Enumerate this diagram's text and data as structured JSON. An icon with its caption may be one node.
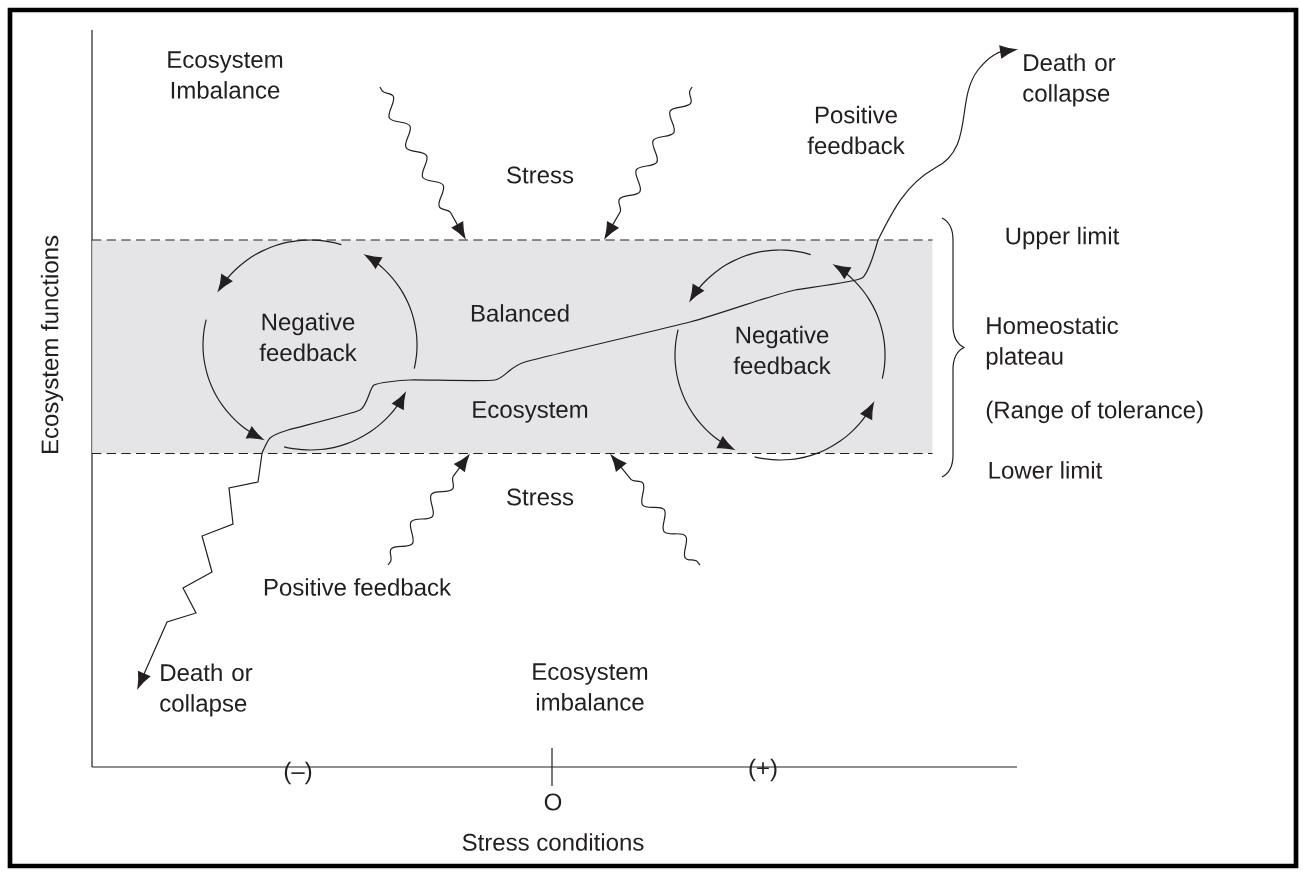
{
  "diagram": {
    "nodes": [
      {
        "text": [
          "Balanced",
          "Ecosystem"
        ]
      },
      {
        "text": [
          "Death or collapse"
        ]
      },
      {
        "text": [
          "Death or collapse"
        ]
      }
    ],
    "edges": [
      {
        "from": null,
        "to": 0,
        "arrow": "to"
      },
      {
        "from": null,
        "to": 0,
        "arrow": "to"
      },
      {
        "from": null,
        "to": 0,
        "arrow": "to"
      },
      {
        "from": null,
        "to": 0,
        "arrow": "to"
      },
      {
        "from": 0,
        "to": 1,
        "arrow": "to"
      },
      {
        "from": 0,
        "to": 2,
        "arrow": "to"
      }
    ],
    "labels": [
      "Ecosystem functions",
      "Ecosystem Imbalance",
      "Stress",
      "Positive feedback",
      "Upper limit",
      "Negative feedback",
      "Negative feedback",
      "Homeostatic plateau",
      "(Range of tolerance)",
      "Lower limit",
      "Stress",
      "Positive feedback",
      "Ecosystem imbalance",
      "(–)",
      "O",
      "(+)",
      "Stress conditions"
    ]
  }
}
